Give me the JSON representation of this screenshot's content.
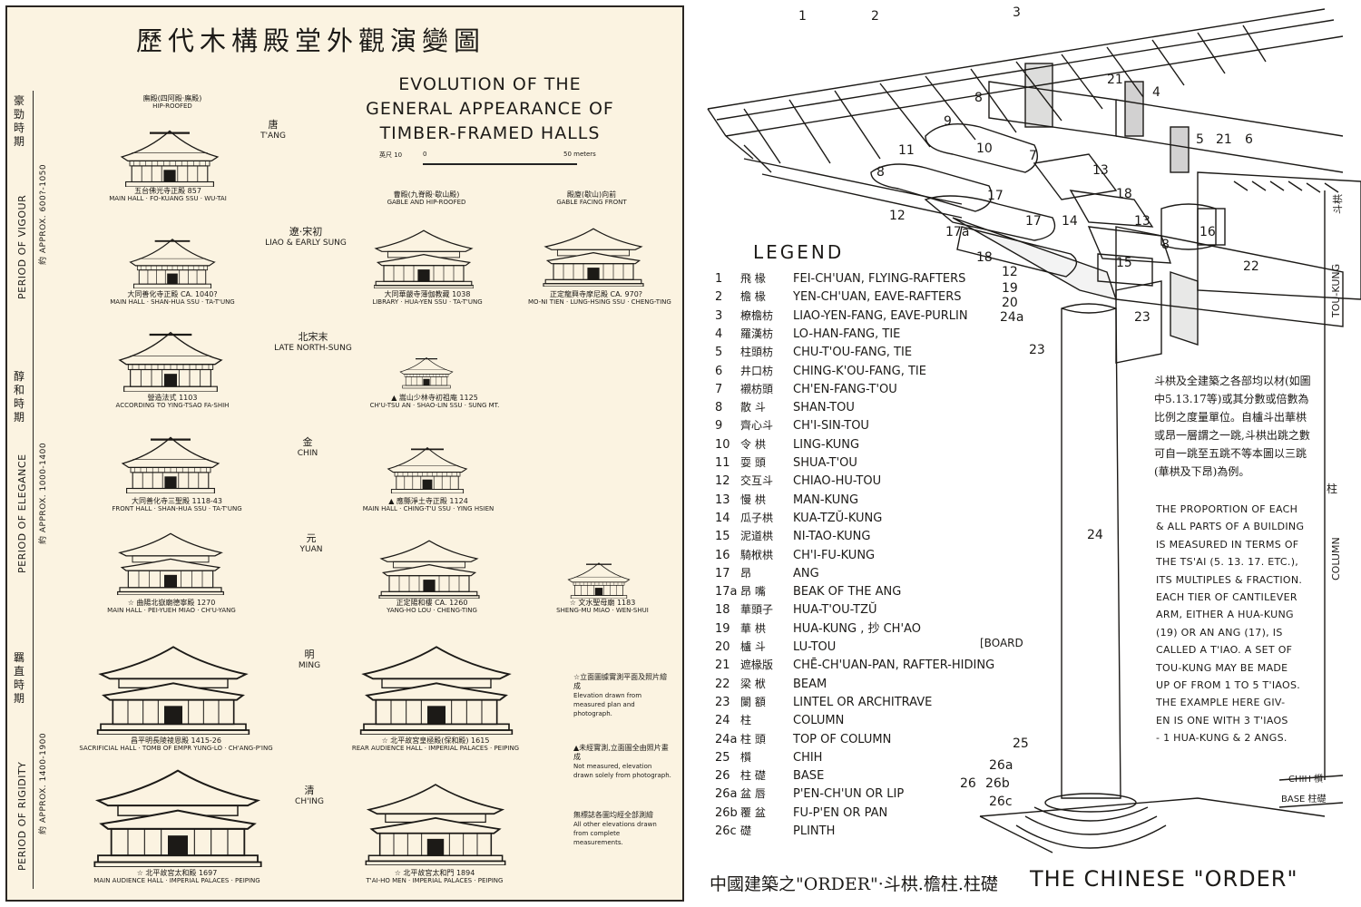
{
  "left": {
    "title_zh": "歷代木構殿堂外觀演變圖",
    "title_en": [
      "EVOLUTION OF THE",
      "GENERAL APPEARANCE OF",
      "TIMBER-FRAMED HALLS"
    ],
    "scale": {
      "left": "英尺 10",
      "zero": "0",
      "right": "50 meters"
    },
    "periods": [
      {
        "zh": "豪勁時期",
        "en": "PERIOD OF VIGOUR",
        "approx": "約 APPROX. 600?-1050"
      },
      {
        "zh": "醇和時期",
        "en": "PERIOD OF ELEGANCE",
        "approx": "約 APPROX. 1000-1400"
      },
      {
        "zh": "羈直時期",
        "en": "PERIOD OF RIGIDITY",
        "approx": "約 APPROX. 1400-1900"
      }
    ],
    "dynasties": [
      {
        "zh": "唐",
        "en": "T'ANG"
      },
      {
        "zh": "遼·宋初",
        "en": "LIAO & EARLY SUNG"
      },
      {
        "zh": "北宋末",
        "en": "LATE NORTH-SUNG"
      },
      {
        "zh": "金",
        "en": "CHIN"
      },
      {
        "zh": "元",
        "en": "YUAN"
      },
      {
        "zh": "明",
        "en": "MING"
      },
      {
        "zh": "清",
        "en": "CH'ING"
      }
    ],
    "roof_types": [
      {
        "zh": "廡殿(四阿殿·廡殿)",
        "en": "HIP-ROOFED"
      },
      {
        "zh": "曹殿(九脊殿·歇山殿)",
        "en": "GABLE AND HIP-ROOFED"
      },
      {
        "zh": "殿廈(歇山)向前",
        "en": "GABLE FACING FRONT"
      }
    ],
    "captions": [
      {
        "zh": "五台佛光寺正殿  857",
        "en": "MAIN HALL · FO-KUANG SSU · WU-TAI"
      },
      {
        "zh": "大同善化寺正殿  CA. 1040?",
        "en": "MAIN HALL · SHAN-HUA SSU · TA-T'UNG"
      },
      {
        "zh": "大同華嚴寺薄伽教藏  1038",
        "en": "LIBRARY · HUA-YEN SSU · TA-T'UNG"
      },
      {
        "zh": "正定龍興寺摩尼殿  CA. 970?",
        "en": "MO-NI TIEN · LUNG-HSING SSU · CHENG-TING"
      },
      {
        "zh": "營造法式  1103",
        "en": "ACCORDING TO YING-TSAO FA-SHIH"
      },
      {
        "zh": "▲ 嵩山少林寺初祖庵  1125",
        "en": "CH'U-TSU AN · SHAO-LIN SSU · SUNG MT."
      },
      {
        "zh": "大同善化寺三聖殿  1118-43",
        "en": "FRONT HALL · SHAN-HUA SSU · TA-T'UNG"
      },
      {
        "zh": "▲ 應縣淨土寺正殿  1124",
        "en": "MAIN HALL · CHING-T'U SSU · YING HSIEN"
      },
      {
        "zh": "☆ 曲陽北嶽廟德寧殿  1270",
        "en": "MAIN HALL · PEI-YUEH MIAO · CH'U-YANG"
      },
      {
        "zh": "正定陽和樓  CA. 1260",
        "en": "YANG-HO LOU · CHENG-TING"
      },
      {
        "zh": "☆ 文水聖母廟  1183",
        "en": "SHENG-MU MIAO · WEN-SHUI"
      },
      {
        "zh": "昌平明長陵祾恩殿  1415-26",
        "en": "SACRIFICIAL HALL · TOMB OF EMPR YUNG-LO · CH'ANG-P'ING"
      },
      {
        "zh": "☆ 北平故宮皇極殿(保和殿)  1615",
        "en": "REAR AUDIENCE HALL · IMPERIAL PALACES · PEIPING"
      },
      {
        "zh": "☆ 北平故宮太和殿  1697",
        "en": "MAIN AUDIENCE HALL · IMPERIAL PALACES · PEIPING"
      },
      {
        "zh": "☆ 北平故宮太和門  1894",
        "en": "T'AI-HO MEN · IMPERIAL PALACES · PEIPING"
      }
    ],
    "notes": [
      {
        "zh": "☆立面圖據實測平面及照片繪成",
        "en": "Elevation drawn from measured plan and photograph."
      },
      {
        "zh": "▲未經實測,立面圖全由照片畫成",
        "en": "Not measured, elevation drawn solely from photograph."
      },
      {
        "zh": "無標誌各圖均經全部測繪",
        "en": "All other elevations drawn from complete measurements."
      }
    ]
  },
  "right": {
    "legend_title": "LEGEND",
    "legend": [
      {
        "n": "1",
        "zh": "飛 椽",
        "en": "FEI-CH'UAN, FLYING-RAFTERS"
      },
      {
        "n": "2",
        "zh": "檐 椽",
        "en": "YEN-CH'UAN, EAVE-RAFTERS"
      },
      {
        "n": "3",
        "zh": "橑檐枋",
        "en": "LIAO-YEN-FANG, EAVE-PURLIN"
      },
      {
        "n": "4",
        "zh": "羅漢枋",
        "en": "LO-HAN-FANG, TIE"
      },
      {
        "n": "5",
        "zh": "柱頭枋",
        "en": "CHU-T'OU-FANG, TIE"
      },
      {
        "n": "6",
        "zh": "井口枋",
        "en": "CHING-K'OU-FANG, TIE"
      },
      {
        "n": "7",
        "zh": "襯枋頭",
        "en": "CH'EN-FANG-T'OU"
      },
      {
        "n": "8",
        "zh": "散 斗",
        "en": "SHAN-TOU"
      },
      {
        "n": "9",
        "zh": "齊心斗",
        "en": "CH'I-SIN-TOU"
      },
      {
        "n": "10",
        "zh": "令 栱",
        "en": "LING-KUNG"
      },
      {
        "n": "11",
        "zh": "耍 頭",
        "en": "SHUA-T'OU"
      },
      {
        "n": "12",
        "zh": "交互斗",
        "en": "CHIAO-HU-TOU"
      },
      {
        "n": "13",
        "zh": "慢 栱",
        "en": "MAN-KUNG"
      },
      {
        "n": "14",
        "zh": "瓜子栱",
        "en": "KUA-TZŬ-KUNG"
      },
      {
        "n": "15",
        "zh": "泥道栱",
        "en": "NI-TAO-KUNG"
      },
      {
        "n": "16",
        "zh": "騎栿栱",
        "en": "CH'I-FU-KUNG"
      },
      {
        "n": "17",
        "zh": "昂",
        "en": "ANG"
      },
      {
        "n": "17a",
        "zh": "昂 嘴",
        "en": "BEAK OF THE ANG"
      },
      {
        "n": "18",
        "zh": "華頭子",
        "en": "HUA-T'OU-TZŬ"
      },
      {
        "n": "19",
        "zh": "華 栱",
        "en": "HUA-KUNG , 抄 CH'AO"
      },
      {
        "n": "20",
        "zh": "櫨 斗",
        "en": "LU-TOU"
      },
      {
        "n": "21",
        "zh": "遮椽版",
        "en": "CHĒ-CH'UAN-PAN, RAFTER-HIDING"
      },
      {
        "n": "22",
        "zh": "梁 栿",
        "en": "BEAM"
      },
      {
        "n": "23",
        "zh": "闌 額",
        "en": "LINTEL OR ARCHITRAVE"
      },
      {
        "n": "24",
        "zh": "柱",
        "en": "COLUMN"
      },
      {
        "n": "24a",
        "zh": "柱 頭",
        "en": "TOP OF COLUMN"
      },
      {
        "n": "25",
        "zh": "櫍",
        "en": "CHIH"
      },
      {
        "n": "26",
        "zh": "柱 礎",
        "en": "BASE"
      },
      {
        "n": "26a",
        "zh": "盆 唇",
        "en": "P'EN-CH'UN OR LIP"
      },
      {
        "n": "26b",
        "zh": "覆 盆",
        "en": "FU-P'EN OR PAN"
      },
      {
        "n": "26c",
        "zh": "礎",
        "en": "PLINTH"
      }
    ],
    "board_label": "[BOARD",
    "zh_paragraph": "斗栱及全建築之各部均以材(如圖中5.13.17等)或其分數或倍數為比例之度量單位。自櫨斗出華栱或昂一層謂之一跳,斗栱出跳之數可自一跳至五跳不等本圖以三跳(華栱及下昂)為例。",
    "en_paragraph": [
      "THE PROPORTION OF EACH",
      "& ALL PARTS OF A BUILDING",
      "IS MEASURED IN TERMS OF",
      "THE TS'AI (5. 13. 17. ETC.),",
      "ITS MULTIPLES & FRACTION.",
      "EACH TIER OF CANTILEVER",
      "ARM, EITHER A HUA-KUNG",
      "(19) OR AN ANG (17), IS",
      "CALLED A T'IAO. A SET OF",
      "TOU-KUNG MAY BE MADE",
      "UP OF FROM 1 TO 5 T'IAOS.",
      "THE EXAMPLE HERE GIV-",
      "EN IS ONE WITH 3 T'IAOS",
      "- 1 HUA-KUNG & 2 ANGS."
    ],
    "side_labels": {
      "toukung_en": "TOU-KUNG",
      "toukung_zh": "斗栱",
      "column_en": "COLUMN",
      "column_zh": "柱",
      "chih": "CHIH 櫍",
      "base": "BASE 柱礎"
    },
    "callouts": [
      "1",
      "2",
      "3",
      "4",
      "5",
      "21",
      "6",
      "21",
      "8",
      "9",
      "10",
      "11",
      "7",
      "8",
      "13",
      "18",
      "17",
      "12",
      "17a",
      "17",
      "14",
      "18",
      "15",
      "16",
      "13",
      "8",
      "22",
      "12",
      "19",
      "20",
      "24a",
      "23",
      "23",
      "24",
      "25",
      "26a",
      "26",
      "26b",
      "26c"
    ],
    "bottom_zh": "中國建築之\"ORDER\"·斗栱.檐柱.柱礎",
    "bottom_en": "THE CHINESE \"ORDER\""
  }
}
